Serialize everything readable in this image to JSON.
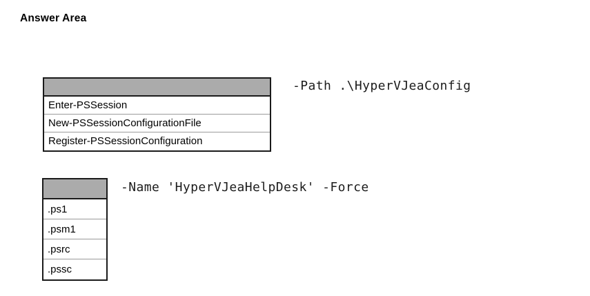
{
  "page": {
    "title": "Answer Area",
    "background_color": "#ffffff",
    "accent_gray": "#ababab",
    "border_color": "#1a1a1a"
  },
  "rows": [
    {
      "id": "row-1",
      "dropdown": {
        "name": "cmdlet-dropdown",
        "selected_value": "",
        "options": [
          "Enter-PSSession",
          "New-PSSessionConfigurationFile",
          "Register-PSSessionConfiguration"
        ]
      },
      "argument_text": "-Path .\\HyperVJeaConfig"
    },
    {
      "id": "row-2",
      "dropdown": {
        "name": "extension-dropdown",
        "selected_value": "",
        "options": [
          ".ps1",
          ".psm1",
          ".psrc",
          ".pssc"
        ]
      },
      "argument_text": "-Name 'HyperVJeaHelpDesk' -Force"
    }
  ]
}
